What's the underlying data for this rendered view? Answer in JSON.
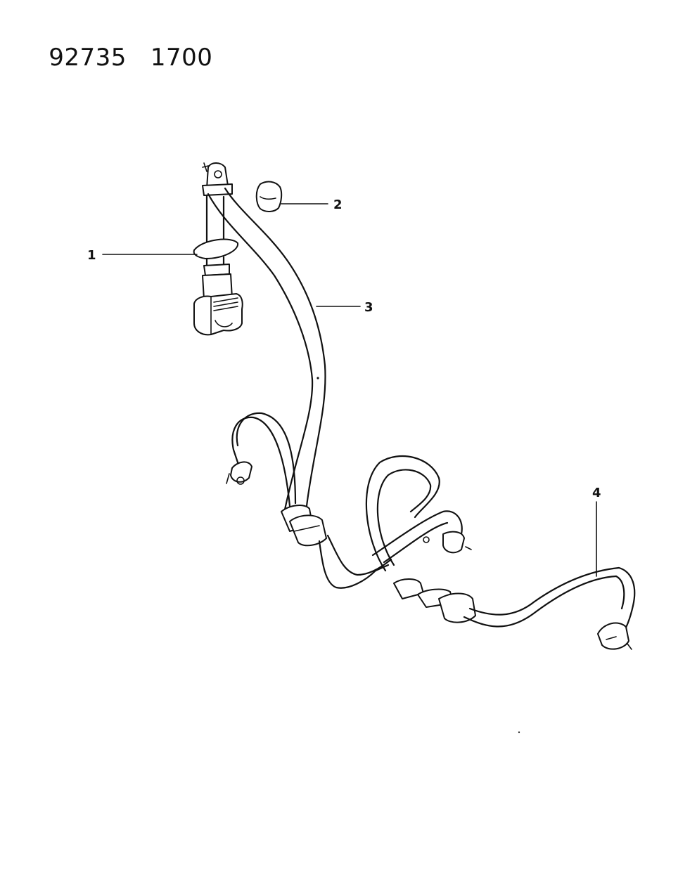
{
  "header": {
    "doc_number": "92735",
    "sheet_number": "1700"
  },
  "callouts": [
    {
      "id": "1",
      "label": "1"
    },
    {
      "id": "2",
      "label": "2"
    },
    {
      "id": "3",
      "label": "3"
    },
    {
      "id": "4",
      "label": "4"
    }
  ]
}
